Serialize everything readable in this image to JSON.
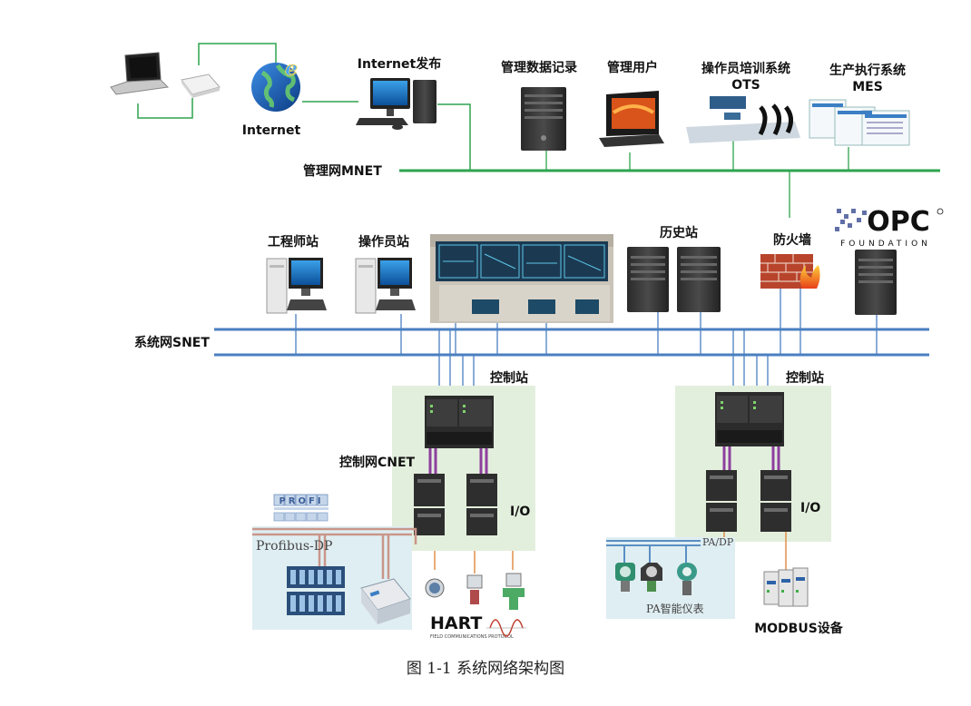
{
  "labels": {
    "internet_publish": "Internet发布",
    "internet": "Internet",
    "mgmt_data_record": "管理数据记录",
    "mgmt_user": "管理用户",
    "ots_line1": "操作员培训系统",
    "ots_line2": "OTS",
    "mes_line1": "生产执行系统",
    "mes_line2": "MES",
    "mnet": "管理网MNET",
    "engineer_station": "工程师站",
    "operator_station": "操作员站",
    "history_station": "历史站",
    "firewall": "防火墙",
    "opc_logo": "OPC",
    "opc_foundation": "FOUNDATION",
    "snet": "系统网SNET",
    "control_station_left": "控制站",
    "control_station_right": "控制站",
    "cnet": "控制网CNET",
    "io_left": "I/O",
    "io_right": "I/O",
    "profi_logo": "PROFI",
    "profibus_dp": "Profibus-DP",
    "hart": "HART",
    "hart_sub": "FIELD COMMUNICATIONS PROTOCOL",
    "pa_dp": "PA/DP",
    "pa_instruments": "PA智能仪表",
    "modbus_devices": "MODBUS设备"
  },
  "caption": "图  1-1  系统网络架构图",
  "colors": {
    "mnet_line": "#2ea44f",
    "snet_line": "#4a7fc1",
    "cnet_link": "#8e3f9e",
    "field_link": "#e0904a",
    "control_panel_bg": "#e3efdd",
    "profibus_bg": "#dfeef2",
    "profibus_bus": "#c9968a",
    "pa_bus": "#5b8fc4"
  }
}
